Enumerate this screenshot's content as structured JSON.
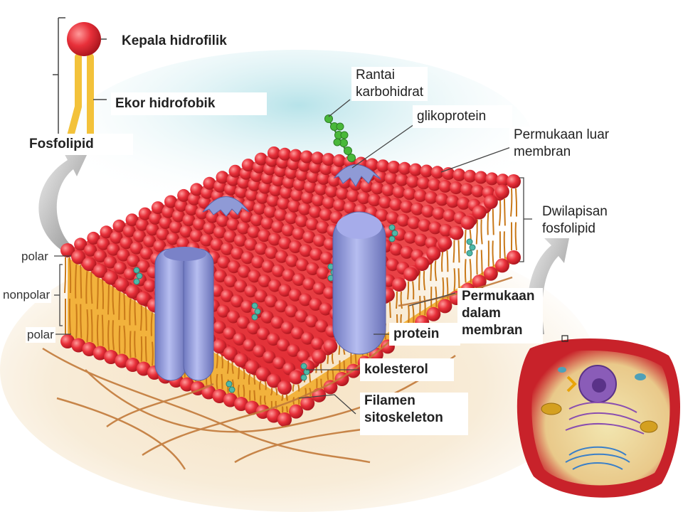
{
  "labels": {
    "phospholipid_head": "Kepala hidrofilik",
    "phospholipid_tail": "Ekor hidrofobik",
    "phospholipid": "Fosfolipid",
    "carbohydrate_chain": "Rantai\nkarbohidrat",
    "glycoprotein": "glikoprotein",
    "outer_surface": "Permukaan luar\nmembran",
    "bilayer": "Dwilapisan\nfosfolipid",
    "inner_surface": "Permukaan\ndalam\nmembran",
    "protein": "protein",
    "cholesterol": "kolesterol",
    "cytoskeleton": "Filamen\nsitoskeleton",
    "polar_top": "polar",
    "nonpolar": "nonpolar",
    "polar_bottom": "polar"
  },
  "colors": {
    "head": "#e8303a",
    "tail": "#f0a020",
    "protein": "#8f9ad6",
    "cholesterol": "#4fb8a8",
    "carbohydrate": "#49b83a",
    "fiber": "#c27a3a",
    "cell": "#c8222a"
  }
}
